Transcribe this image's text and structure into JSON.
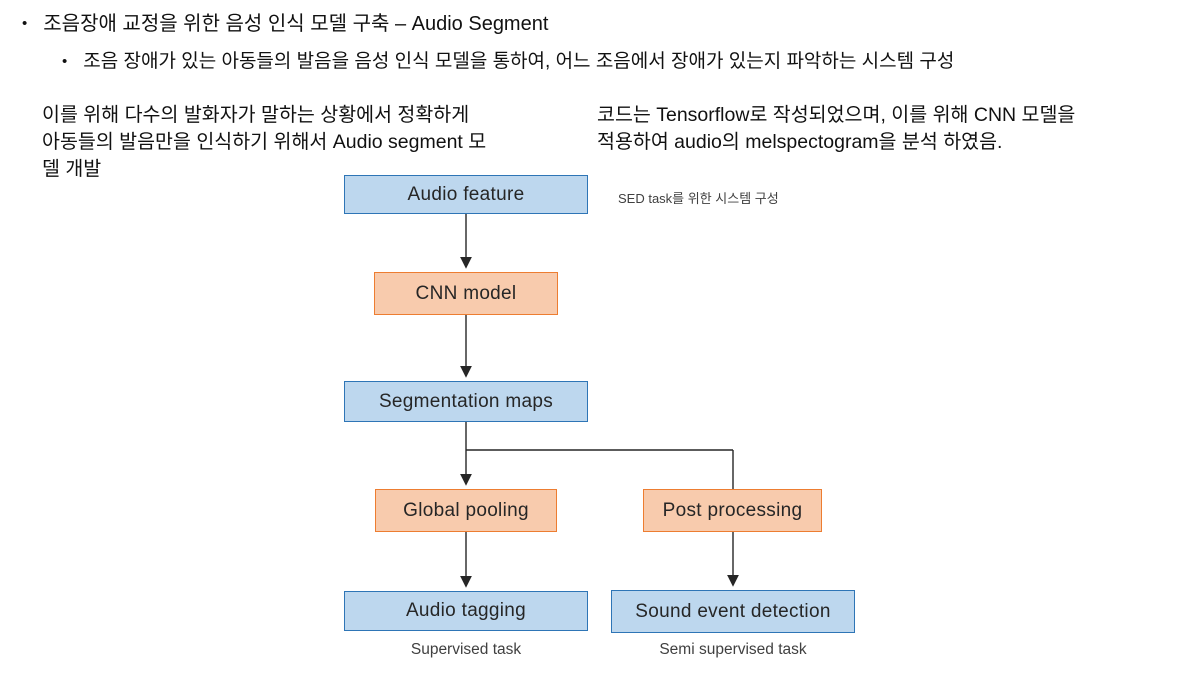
{
  "slide": {
    "bullet_char": "•",
    "title_bullet": "조음장애 교정을 위한 음성 인식 모델 구축 – Audio Segment",
    "sub_bullet": "조음 장애가 있는 아동들의 발음을 음성 인식 모델을 통하여, 어느 조음에서 장애가 있는지 파악하는 시스템 구성",
    "left_paragraph": "이를 위해 다수의 발화자가 말하는 상황에서 정확하게\n아동들의 발음만을 인식하기 위해서 Audio segment 모\n델 개발",
    "right_paragraph": "코드는 Tensorflow로 작성되었으며, 이를 위해 CNN 모델을\n적용하여 audio의 melspectogram을 분석 하였음."
  },
  "diagram": {
    "caption": "SED task를 위한 시스템 구성",
    "nodes": {
      "audio_feature": {
        "label": "Audio feature",
        "type": "blue"
      },
      "cnn_model": {
        "label": "CNN model",
        "type": "orange"
      },
      "segmentation_maps": {
        "label": "Segmentation maps",
        "type": "blue"
      },
      "global_pooling": {
        "label": "Global pooling",
        "type": "orange"
      },
      "post_processing": {
        "label": "Post processing",
        "type": "orange"
      },
      "audio_tagging": {
        "label": "Audio tagging",
        "type": "blue"
      },
      "sound_event_detection": {
        "label": "Sound event detection",
        "type": "blue"
      }
    },
    "labels": {
      "supervised": "Supervised task",
      "semi_supervised": "Semi supervised task"
    },
    "colors": {
      "blue_fill": "#bdd7ee",
      "blue_border": "#2e75b6",
      "orange_fill": "#f8cbad",
      "orange_border": "#ed7d31",
      "connector": "#262626"
    }
  }
}
